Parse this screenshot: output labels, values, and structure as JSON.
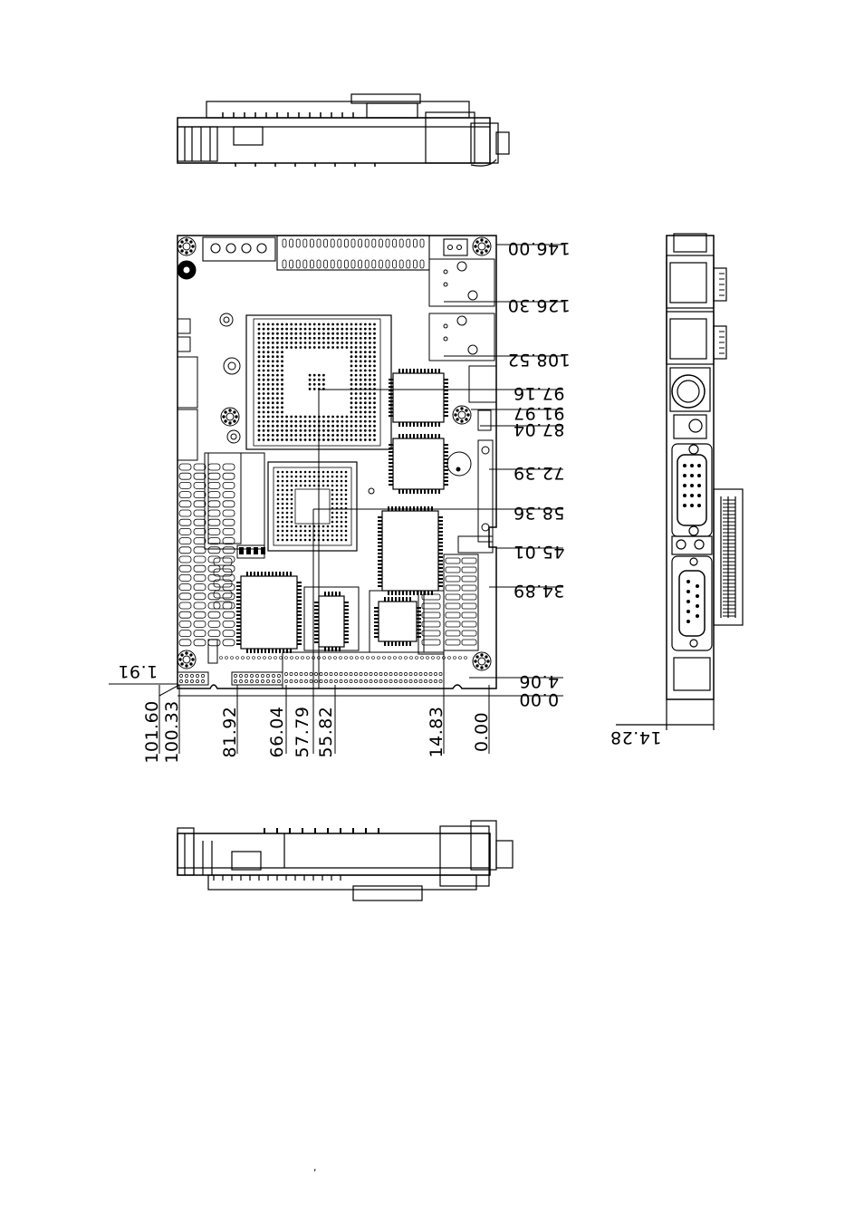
{
  "drawing": {
    "right_dims": [
      "146.00",
      "126.30",
      "108.52",
      "97.16",
      "91.97",
      "87.04",
      "72.39",
      "58.36",
      "45.01",
      "34.89",
      "4.06",
      "0.00"
    ],
    "left_dim": "1.91",
    "bottom_dims": [
      "101.60",
      "100.33",
      "81.92",
      "66.04",
      "57.79",
      "55.82",
      "14.83",
      "0.00"
    ],
    "side_dim": "14.28",
    "footnote": ","
  }
}
